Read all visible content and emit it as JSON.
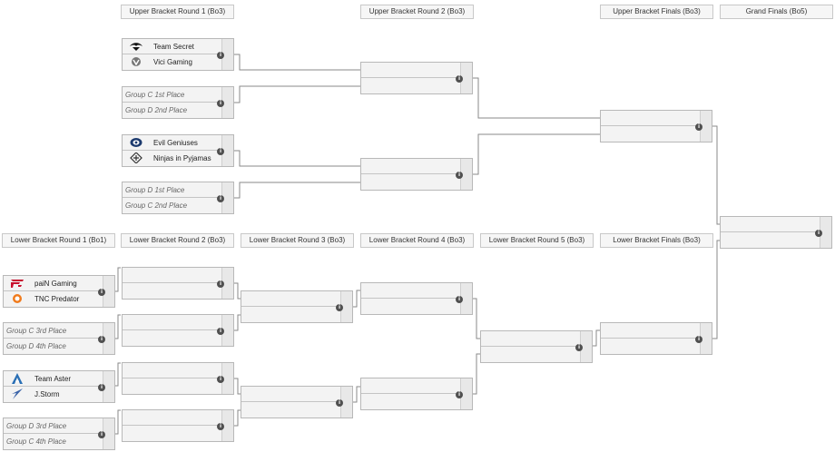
{
  "headers": {
    "ub_r1": "Upper Bracket Round 1 (Bo3)",
    "ub_r2": "Upper Bracket Round 2 (Bo3)",
    "ub_finals": "Upper Bracket Finals (Bo3)",
    "grand_finals": "Grand Finals (Bo5)",
    "lb_r1": "Lower Bracket Round 1 (Bo1)",
    "lb_r2": "Lower Bracket Round 2 (Bo3)",
    "lb_r3": "Lower Bracket Round 3 (Bo3)",
    "lb_r4": "Lower Bracket Round 4 (Bo3)",
    "lb_r5": "Lower Bracket Round 5 (Bo3)",
    "lb_finals": "Lower Bracket Finals (Bo3)"
  },
  "ub_r1": {
    "m1": {
      "team1": "Team Secret",
      "team2": "Vici Gaming"
    },
    "m2": {
      "team1": "Group C 1st Place",
      "team2": "Group D 2nd Place"
    },
    "m3": {
      "team1": "Evil Geniuses",
      "team2": "Ninjas in Pyjamas"
    },
    "m4": {
      "team1": "Group D 1st Place",
      "team2": "Group C 2nd Place"
    }
  },
  "lb_r1": {
    "m1": {
      "team1": "paiN Gaming",
      "team2": "TNC Predator"
    },
    "m2": {
      "team1": "Group C 3rd Place",
      "team2": "Group D 4th Place"
    },
    "m3": {
      "team1": "Team Aster",
      "team2": "J.Storm"
    },
    "m4": {
      "team1": "Group D 3rd Place",
      "team2": "Group C 4th Place"
    }
  },
  "info_glyph": "i",
  "icons": [
    "team-secret-logo",
    "vici-gaming-logo",
    "evil-geniuses-logo",
    "ninjas-in-pyjamas-logo",
    "pain-gaming-logo",
    "tnc-predator-logo",
    "team-aster-logo",
    "j-storm-logo",
    "info-icon"
  ]
}
